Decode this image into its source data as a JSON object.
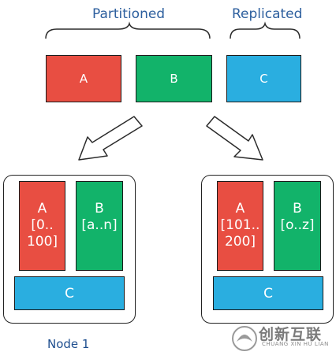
{
  "header": {
    "partitioned_label": "Partitioned",
    "replicated_label": "Replicated"
  },
  "top_blocks": {
    "a": "A",
    "b": "B",
    "c": "C"
  },
  "node1": {
    "shard_a": "A\n[0..\n100]",
    "shard_b": "B\n[a..n]",
    "replica_c": "C",
    "label": "Node 1"
  },
  "node2": {
    "shard_a": "A\n[101..\n200]",
    "shard_b": "B\n[o..z]",
    "replica_c": "C"
  },
  "watermark": {
    "cn": "创新互联",
    "en": "CHUANG XIN HU LIAN"
  },
  "colors": {
    "a": "#e84e42",
    "b": "#12b36a",
    "c": "#2aaee0"
  }
}
